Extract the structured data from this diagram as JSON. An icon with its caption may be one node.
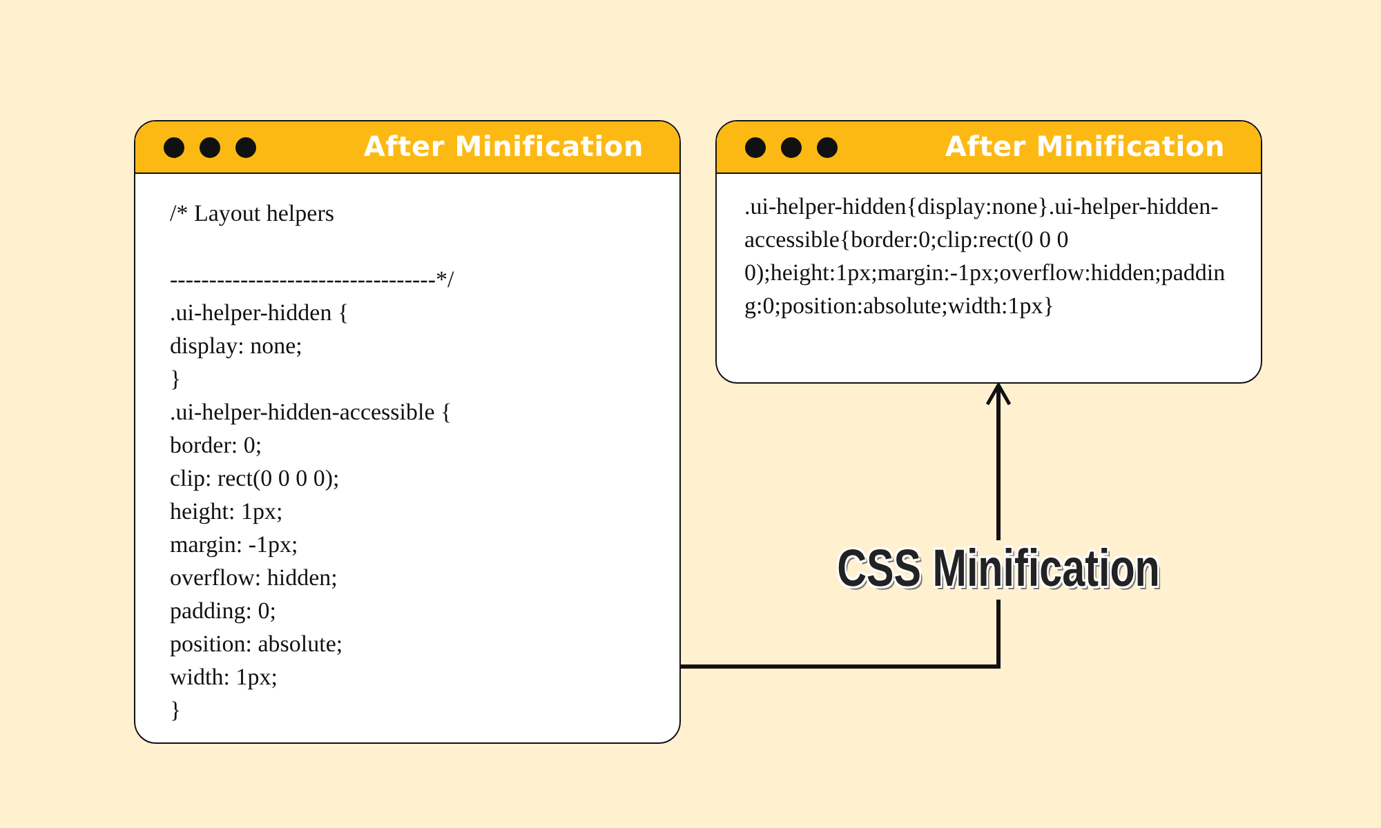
{
  "diagram": {
    "nodes": [
      {
        "text": [
          "After Minification",
          "/* Layout helpers",
          "----------------------------------*/",
          ".ui-helper-hidden {",
          "display: none;",
          "}",
          ".ui-helper-hidden-accessible {",
          "border: 0;",
          "clip: rect(0 0 0 0);",
          "height: 1px;",
          "margin: -1px;",
          "overflow: hidden;",
          "padding: 0;",
          "position: absolute;",
          "width: 1px;",
          "}"
        ]
      },
      {
        "text": [
          "After Minification",
          ".ui-helper-hidden{display:none}.ui-helper-hidden-accessible{border:0;clip:rect(0 0 0 0);height:1px;margin:-1px;overflow:hidden;padding:0;position:absolute;width:1px}"
        ]
      }
    ],
    "edges": [
      {
        "from": 0,
        "to": 1,
        "arrow": "to",
        "label": "CSS Minification"
      }
    ]
  }
}
